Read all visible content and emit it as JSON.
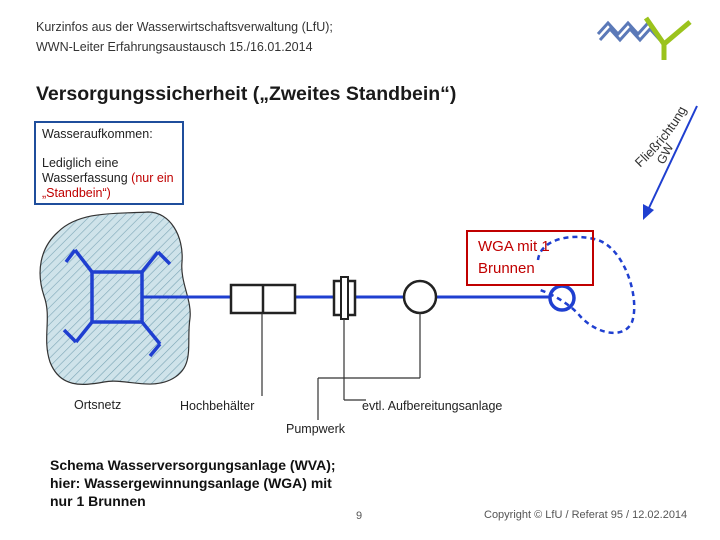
{
  "header": {
    "line1": "Kurzinfos aus der Wasserwirtschaftsverwaltung (LfU);",
    "line2": "WWN-Leiter Erfahrungsaustausch 15./16.01.2014"
  },
  "title": "Versorgungssicherheit („Zweites Standbein“)",
  "infobox": {
    "heading": "Wasseraufkommen:",
    "text_before": "Lediglich eine Wasserfassung",
    "text_red": "(nur ein „Standbein“)"
  },
  "flow_label": "Fließrichtung",
  "gw_label": "GW",
  "wga_box": {
    "line1": "WGA mit 1",
    "line2": "Brunnen"
  },
  "labels": {
    "ortsnetz": "Ortsnetz",
    "hochbehaelter": "Hochbehälter",
    "aufbereitung": "evtl. Aufbereitungsanlage",
    "pumpwerk": "Pumpwerk"
  },
  "caption": {
    "line1": "Schema Wasserversorgungsanlage (WVA);",
    "line2": "hier: Wassergewinnungsanlage (WGA) mit",
    "line3": "nur 1 Brunnen"
  },
  "page_number": "9",
  "copyright": "Copyright © LfU / Referat 95 / 12.02.2014",
  "colors": {
    "pipe": "#1f3fd0",
    "frame": "#1f4e9c",
    "highlight": "#c00000",
    "logo_green": "#9bc31c",
    "logo_blue": "#5b79b8"
  }
}
